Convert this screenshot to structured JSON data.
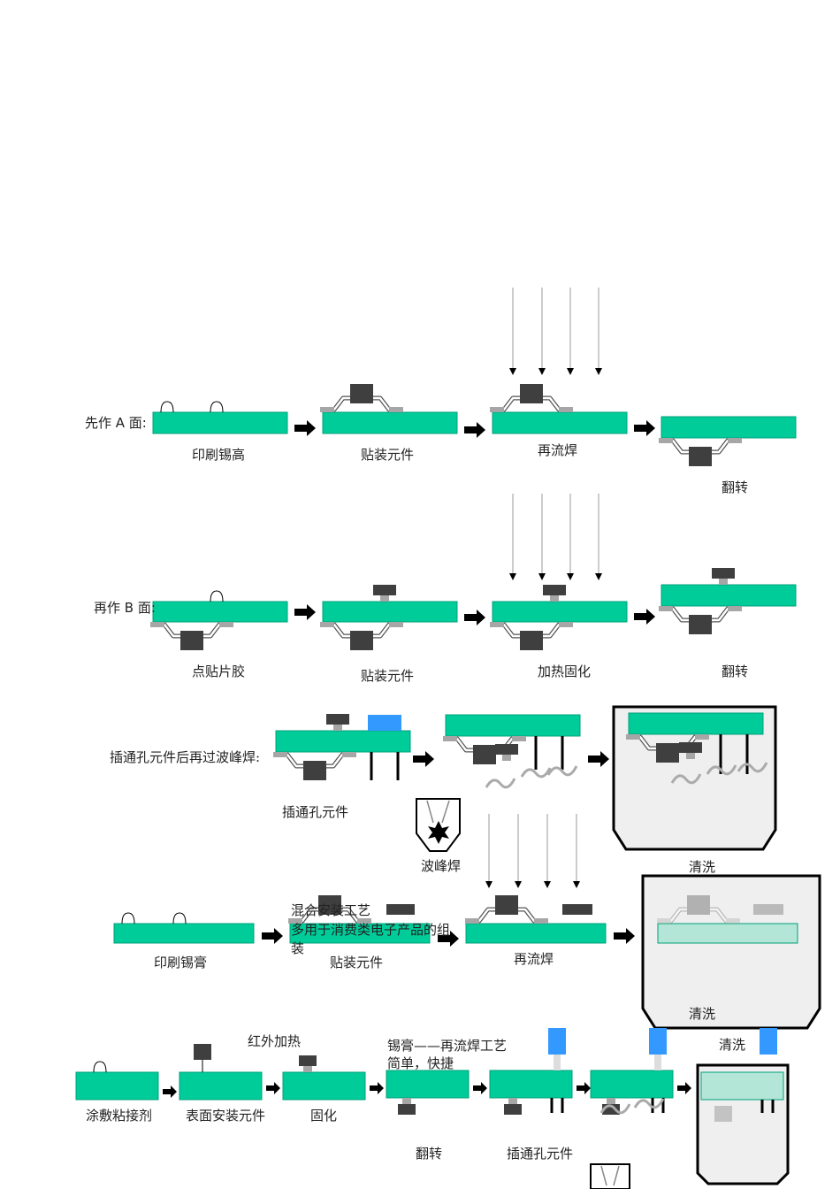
{
  "colors": {
    "board": "#00cc99",
    "board_edge": "#00a07a",
    "chip": "#3f3f3f",
    "pad": "#a6a6a6",
    "blue_part": "#3399ff",
    "tank_fill": "#efefef",
    "faded_board": "#b3e6d6",
    "arrow": "#000000",
    "heat_ray": "#999999"
  },
  "row1": {
    "title": "先作 A 面:",
    "steps": [
      "印刷锡高",
      "贴装元件",
      "再流焊",
      "翻转"
    ]
  },
  "row2": {
    "title": "再作 B 面:",
    "steps": [
      "点贴片胶",
      "贴装元件",
      "加热固化",
      "翻转"
    ]
  },
  "row3": {
    "title": "插通孔元件后再过波峰焊:",
    "steps": [
      "插通孔元件",
      "波峰焊",
      "清洗"
    ]
  },
  "row4": {
    "overlay_line1": "混合安装工艺",
    "overlay_line2": "多用于消费类电子产品的组",
    "overlay_line3": "装",
    "steps": [
      "印刷锡膏",
      "贴装元件",
      "再流焊",
      "清洗"
    ]
  },
  "row5": {
    "heat_label": "红外加热",
    "note_line1": "锡膏——再流焊工艺",
    "note_line2": "简单，快捷",
    "steps_top": [
      "涂敷粘接剂",
      "表面安装元件",
      "固化"
    ],
    "steps_bottom": [
      "翻转",
      "插通孔元件"
    ],
    "clean_label": "清洗"
  }
}
